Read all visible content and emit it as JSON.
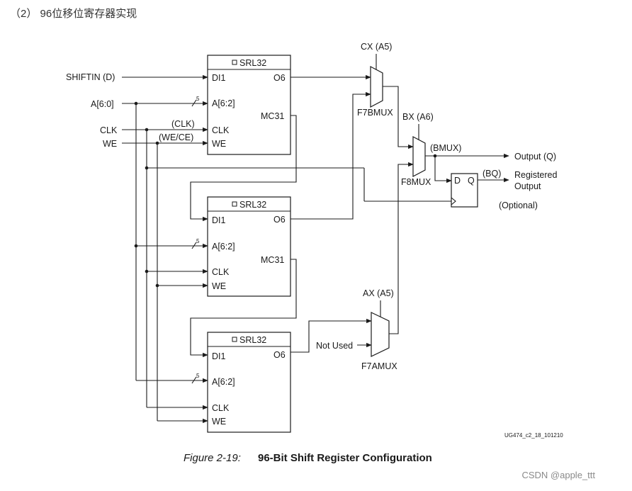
{
  "page": {
    "heading": "（2） 96位移位寄存器实现",
    "watermark": "CSDN @apple_ttt"
  },
  "inputs": {
    "shiftin": "SHIFTIN (D)",
    "addr": "A[6:0]",
    "clk": "CLK",
    "we": "WE",
    "clk_paren": "(CLK)",
    "we_paren": "(WE/CE)"
  },
  "srl": {
    "title": "SRL32",
    "title_icon": "small-square-glyph",
    "pins": {
      "di": "DI1",
      "addr": "A[6:2]",
      "clk": "CLK",
      "we": "WE",
      "o6": "O6",
      "mc31": "MC31"
    },
    "bus_width": "5"
  },
  "mux": {
    "f7b_name": "F7BMUX",
    "f7b_sel": "CX (A5)",
    "f8_name": "F8MUX",
    "f8_sel": "BX (A6)",
    "f7a_name": "F7AMUX",
    "f7a_sel": "AX (A5)",
    "not_used": "Not Used"
  },
  "outputs": {
    "bmux": "(BMUX)",
    "out_q": "Output (Q)",
    "bq": "(BQ)",
    "reg1": "Registered",
    "reg2": "Output",
    "optional": "(Optional)"
  },
  "ff": {
    "d": "D",
    "q": "Q"
  },
  "figure": {
    "code": "UG474_c2_18_101210",
    "num": "Figure 2-19:",
    "title": "96-Bit Shift Register Configuration"
  }
}
